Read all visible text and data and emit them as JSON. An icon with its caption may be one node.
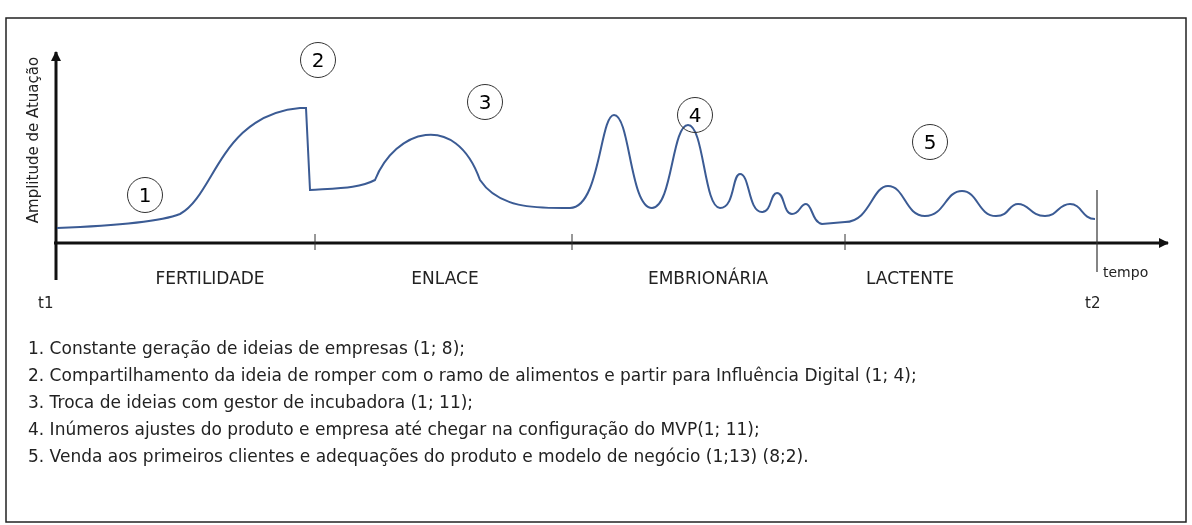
{
  "diagram": {
    "nodes": [
      {
        "text": [
          "1"
        ]
      },
      {
        "text": [
          "2"
        ]
      },
      {
        "text": [
          "3"
        ]
      },
      {
        "text": [
          "4"
        ]
      },
      {
        "text": [
          "5"
        ]
      }
    ],
    "labels": [
      "Amplitude de Atuação",
      "FERTILIDADE",
      "ENLACE",
      "EMBRIONÁRIA",
      "LACTENTE",
      "tempo",
      "t1",
      "t2",
      "1. Constante geração de ideias de empresas (1; 8);",
      "2. Compartilhamento da ideia de romper com o ramo de alimentos e partir para Influência Digital (1; 4);",
      "3. Troca de ideias com gestor de incubadora (1; 11);",
      "4. Inúmeros ajustes do produto e empresa até chegar na configuração do MVP(1; 11);",
      "5. Venda aos primeiros clientes e adequações do produto e modelo de negócio (1;13) (8;2)."
    ]
  }
}
